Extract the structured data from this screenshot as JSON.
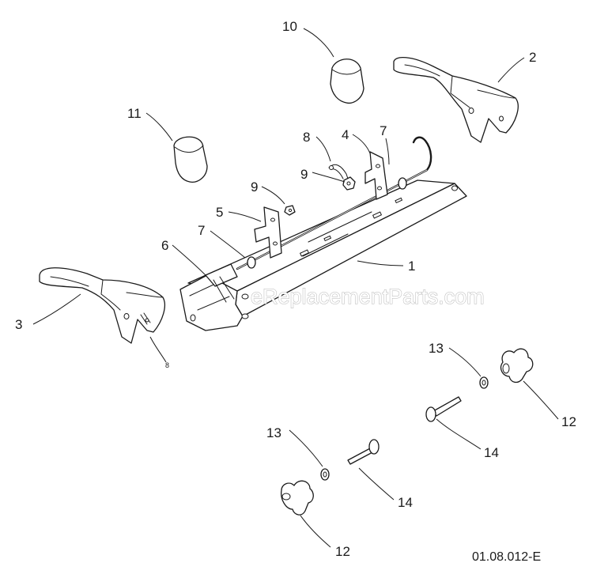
{
  "diagram": {
    "callouts": {
      "c1": "1",
      "c2": "2",
      "c3": "3",
      "c4": "4",
      "c5": "5",
      "c6": "6",
      "c7a": "7",
      "c7b": "7",
      "c8": "8",
      "c9a": "9",
      "c9b": "9",
      "c10": "10",
      "c11": "11",
      "c12a": "12",
      "c12b": "12",
      "c13a": "13",
      "c13b": "13",
      "c14a": "14",
      "c14b": "14",
      "c8small": "8"
    },
    "watermark": "eReplacementParts.com",
    "drawing_id": "01.08.012-E"
  }
}
